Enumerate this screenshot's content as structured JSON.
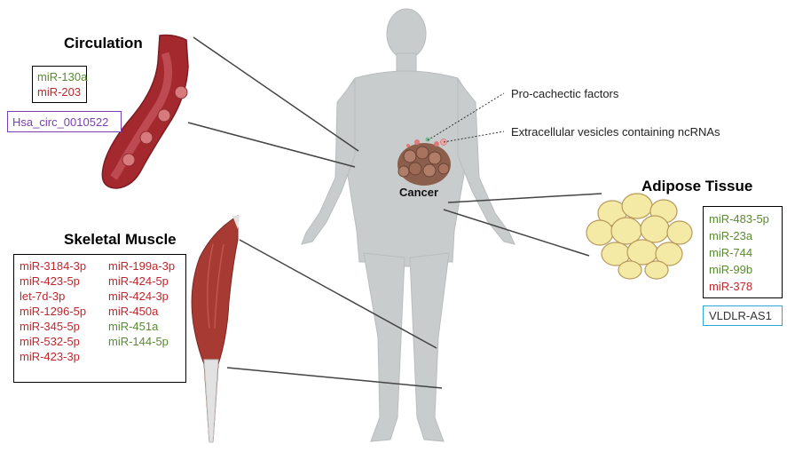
{
  "colors": {
    "up": "#5a8a32",
    "down": "#c0272d",
    "circ_box": "#7a3fb0",
    "adipose_box": "#2aa8d8"
  },
  "human": {
    "cancer_label": "Cancer"
  },
  "annotations": {
    "factors": "Pro-cachectic factors",
    "vesicles": "Extracellular vesicles containing ncRNAs"
  },
  "circulation": {
    "title": "Circulation",
    "mirnas": [
      {
        "name": "miR-130a",
        "color": "green"
      },
      {
        "name": "miR-203",
        "color": "red"
      }
    ],
    "circrna": "Hsa_circ_0010522"
  },
  "skeletal_muscle": {
    "title": "Skeletal Muscle",
    "col1": [
      {
        "name": "miR-3184-3p",
        "color": "red"
      },
      {
        "name": "miR-423-5p",
        "color": "red"
      },
      {
        "name": "let-7d-3p",
        "color": "red"
      },
      {
        "name": "miR-1296-5p",
        "color": "red"
      },
      {
        "name": "miR-345-5p",
        "color": "red"
      },
      {
        "name": "miR-532-5p",
        "color": "red"
      },
      {
        "name": "miR-423-3p",
        "color": "red"
      }
    ],
    "col2": [
      {
        "name": "miR-199a-3p",
        "color": "red"
      },
      {
        "name": "miR-424-5p",
        "color": "red"
      },
      {
        "name": "miR-424-3p",
        "color": "red"
      },
      {
        "name": "miR-450a",
        "color": "red"
      },
      {
        "name": "miR-451a",
        "color": "green"
      },
      {
        "name": "miR-144-5p",
        "color": "green"
      }
    ]
  },
  "adipose_tissue": {
    "title": "Adipose Tissue",
    "mirnas": [
      {
        "name": "miR-483-5p",
        "color": "green"
      },
      {
        "name": "miR-23a",
        "color": "green"
      },
      {
        "name": "miR-744",
        "color": "green"
      },
      {
        "name": "miR-99b",
        "color": "green"
      },
      {
        "name": "miR-378",
        "color": "red"
      }
    ],
    "lncrna": "VLDLR-AS1"
  }
}
